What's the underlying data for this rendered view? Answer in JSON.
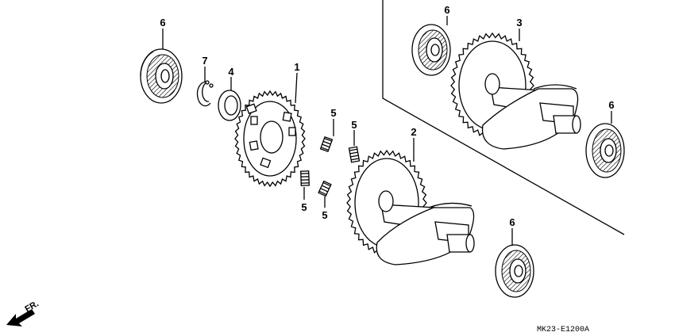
{
  "callouts": {
    "c1": "1",
    "c2": "2",
    "c3": "3",
    "c4": "4",
    "c5": "5",
    "c6": "6",
    "c7": "7"
  },
  "direction_label": "FR.",
  "diagram_code": "MK23-E1200A"
}
